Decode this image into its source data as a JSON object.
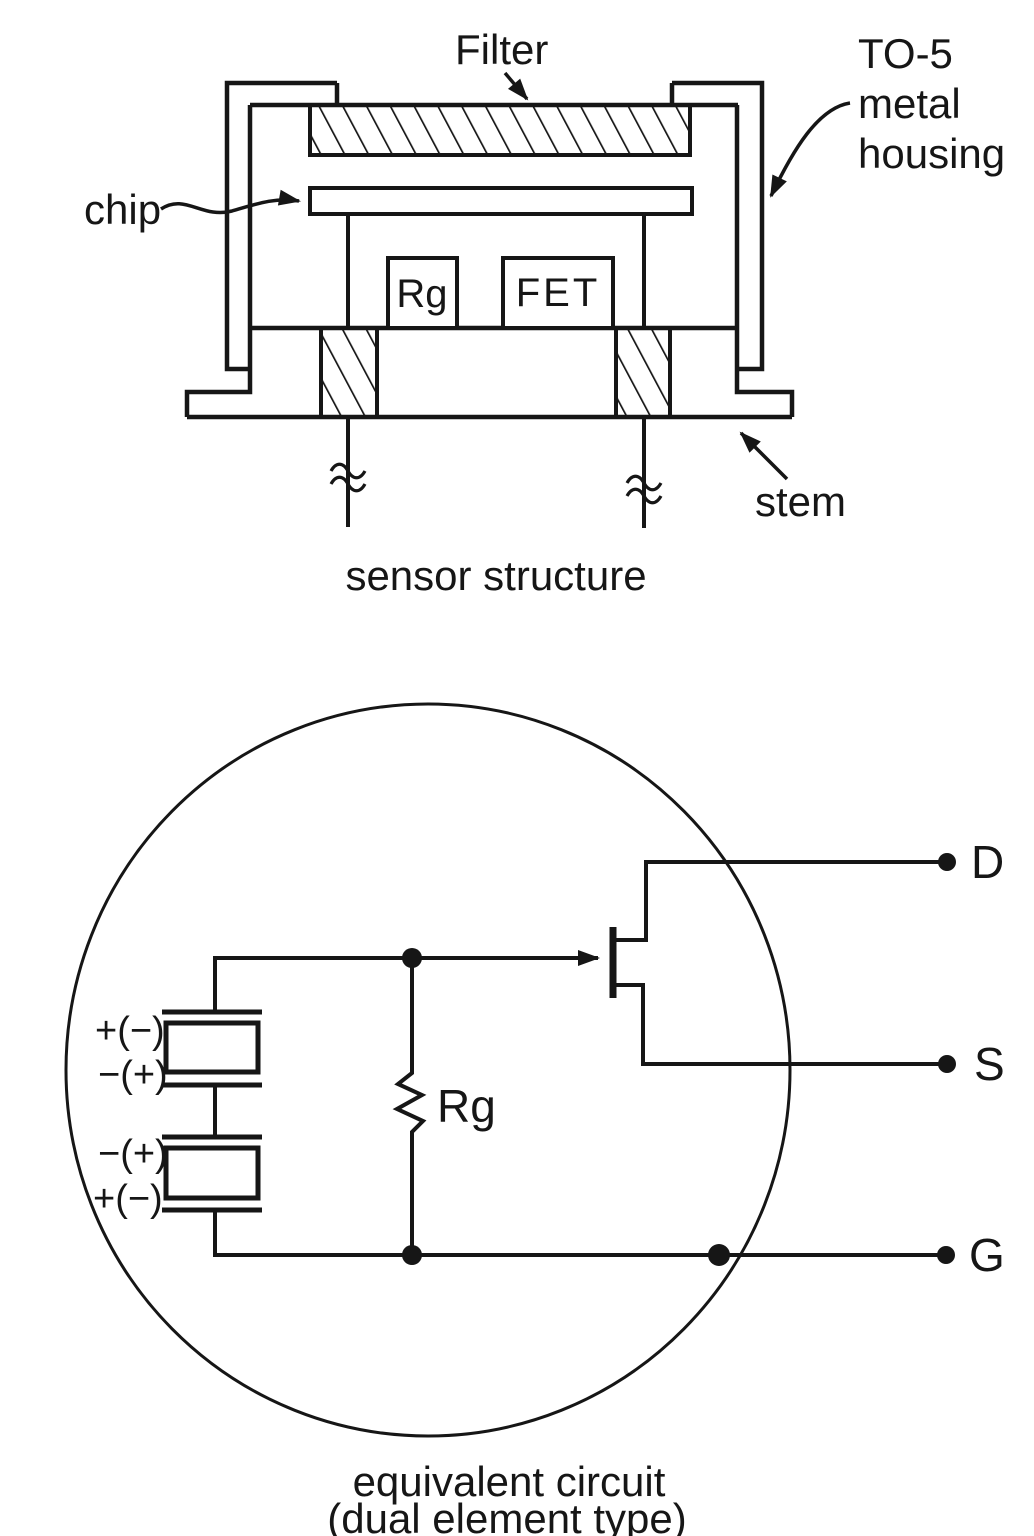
{
  "sensor": {
    "filter_label": "Filter",
    "housing_label_lines": [
      "TO-5",
      "metal",
      "housing"
    ],
    "chip_label": "chip",
    "rg_label": "Rg",
    "fet_label": "FET",
    "stem_label": "stem",
    "caption": "sensor structure"
  },
  "circuit": {
    "terminals": {
      "drain": "D",
      "source": "S",
      "gate": "G"
    },
    "rg_label": "Rg",
    "element1": {
      "top_polarity": "+(−)",
      "bottom_polarity": "−(+)"
    },
    "element2": {
      "top_polarity": "−(+)",
      "bottom_polarity": "+(−)"
    },
    "caption_line1": "equivalent circuit",
    "caption_line2": "(dual element type)"
  },
  "colors": {
    "ink": "#161616",
    "paper": "#ffffff"
  }
}
